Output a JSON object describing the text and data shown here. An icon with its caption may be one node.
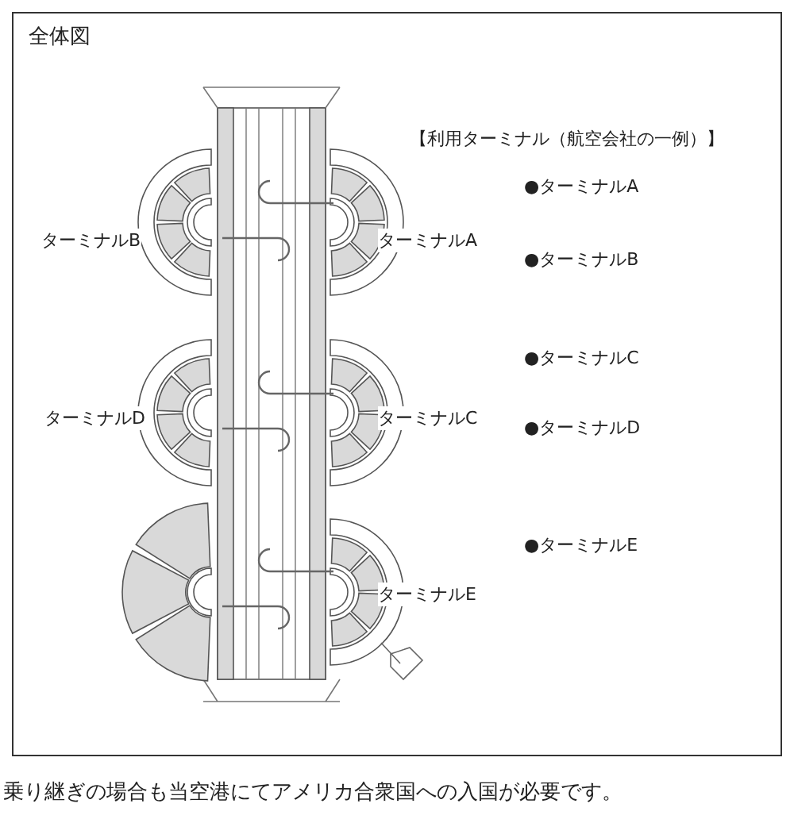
{
  "diagram": {
    "title": "全体図",
    "caption": "乗り継ぎの場合も当空港にてアメリカ合衆国への入国が必要です。",
    "labels": [
      "【利用ターミナル（航空会社の一例）】",
      "ターミナルB",
      "ターミナルA",
      "●ターミナルA",
      "●ターミナルB",
      "●ターミナルC",
      "ターミナルD",
      "ターミナルC",
      "●ターミナルD",
      "●ターミナルE",
      "ターミナルE"
    ]
  }
}
